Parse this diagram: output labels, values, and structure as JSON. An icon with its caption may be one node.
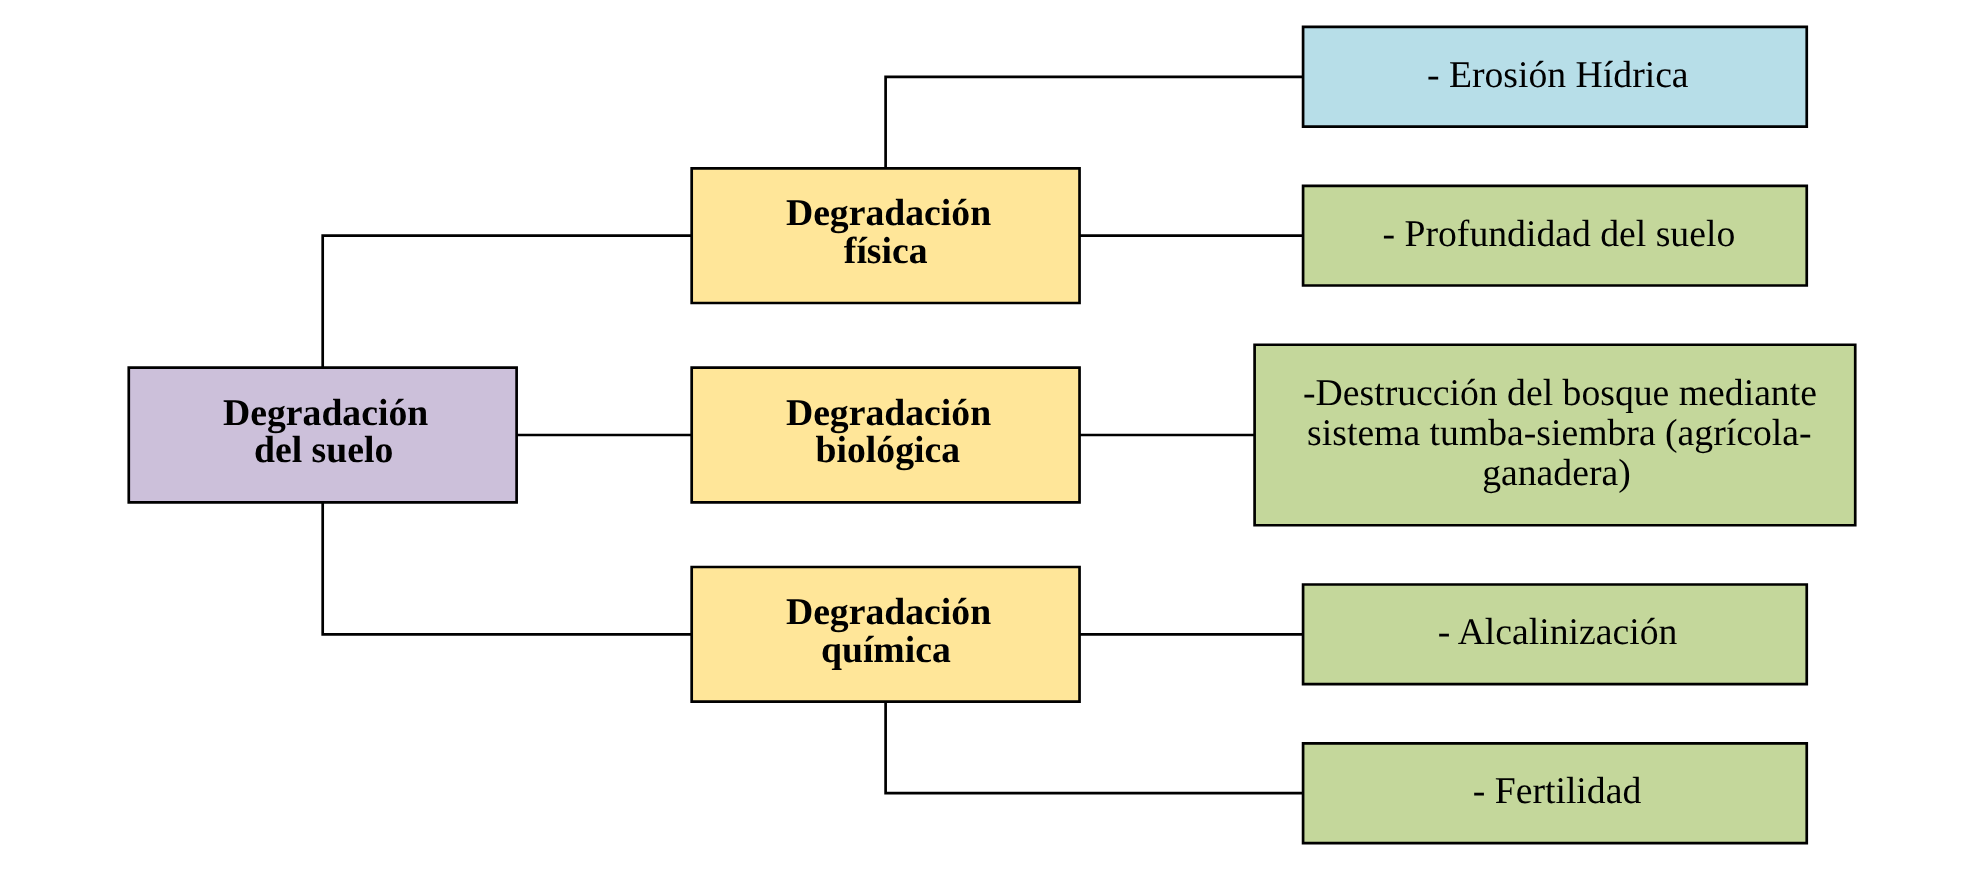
{
  "diagram": {
    "nodes": [
      {
        "text": [
          "Degradación del suelo"
        ]
      },
      {
        "text": [
          "Degradación física"
        ]
      },
      {
        "text": [
          "Degradación biológica"
        ]
      },
      {
        "text": [
          "Degradación química"
        ]
      },
      {
        "text": [
          "- Erosión Hídrica"
        ]
      },
      {
        "text": [
          "- Profundidad del suelo"
        ]
      },
      {
        "text": [
          "-Destrucción del bosque mediante sistema tumba-siembra (agrícola-ganadera)"
        ]
      },
      {
        "text": [
          "- Alcalinización"
        ]
      },
      {
        "text": [
          "- Fertilidad"
        ]
      }
    ],
    "edges": [
      {
        "from": 0,
        "to": 1,
        "arrow": "none"
      },
      {
        "from": 0,
        "to": 2,
        "arrow": "none"
      },
      {
        "from": 0,
        "to": 3,
        "arrow": "none"
      },
      {
        "from": 1,
        "to": 4,
        "arrow": "none"
      },
      {
        "from": 1,
        "to": 5,
        "arrow": "none"
      },
      {
        "from": 2,
        "to": 6,
        "arrow": "none"
      },
      {
        "from": 3,
        "to": 7,
        "arrow": "none"
      },
      {
        "from": 3,
        "to": 8,
        "arrow": "none"
      }
    ]
  }
}
